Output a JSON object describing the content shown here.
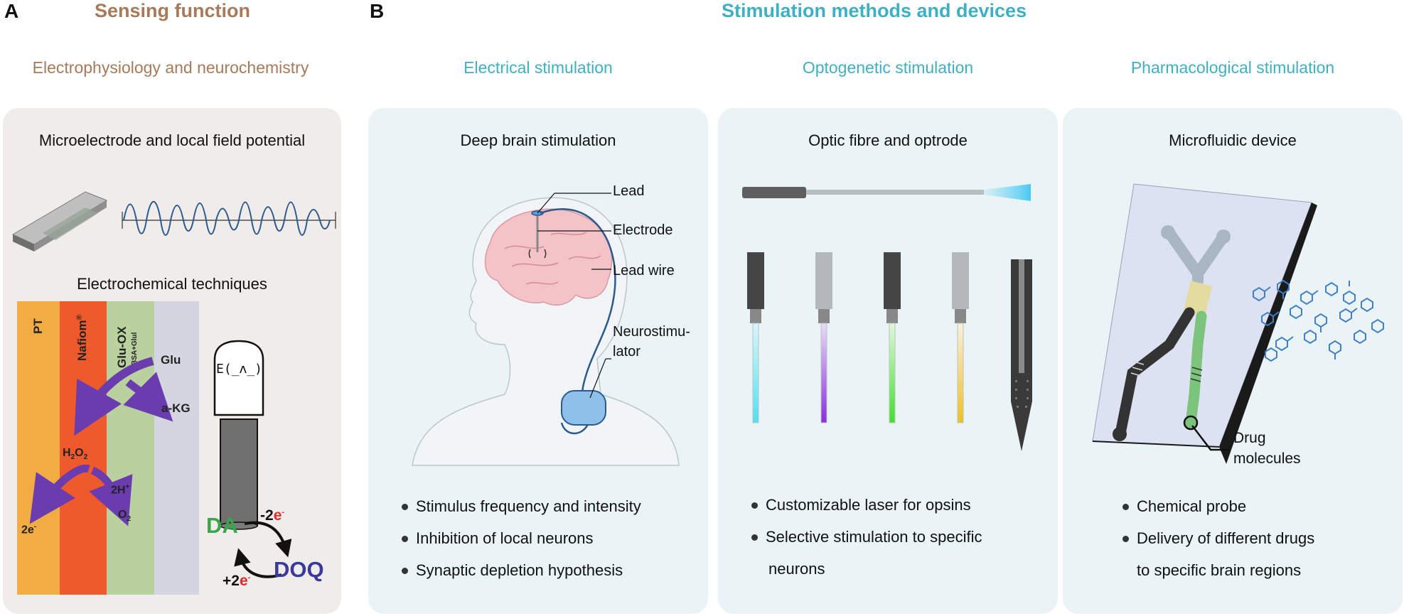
{
  "colors": {
    "sensing_title": "#a87a5a",
    "stim_title": "#3fb0c4",
    "panel_a_bg": "#f0ece9",
    "panel_b_bg": "#eaf3f5"
  },
  "panel_a": {
    "letter": "A",
    "title": "Sensing function",
    "subtitle": "Electrophysiology and neurochemistry",
    "card_title": "Microelectrode and local field potential",
    "echem_title": "Electrochemical techniques",
    "layers": [
      "PT",
      "Nafiom",
      "Glu-OX",
      "BSA+Glul"
    ],
    "registered_mark": "®",
    "chem": {
      "glu": "Glu",
      "akg": "a-KG",
      "h2o2_h": "H",
      "h2o2_sub2": "2",
      "h2o2_o": "O",
      "h2o2_sub2b": "2",
      "h_plus": "2H",
      "plus_sign": "+",
      "o2_o": "O",
      "o2_sub": "2",
      "two_e": "2e",
      "minus_sign": "-",
      "electrode_label": "E(_ʌ_)",
      "da": "DA",
      "doq": "DOQ",
      "minus_2": "-2",
      "plus_2": "+2",
      "e_red": "e",
      "e_sup": "-"
    }
  },
  "panel_b": {
    "letter": "B",
    "title": "Stimulation methods and devices",
    "columns": [
      {
        "subtitle": "Electrical stimulation",
        "card_title": "Deep brain stimulation",
        "labels": [
          "Lead",
          "Electrode",
          "Lead wire",
          "Neurostimu-",
          "lator"
        ],
        "bullets": [
          "Stimulus frequency and intensity",
          "Inhibition of local neurons",
          "Synaptic depletion hypothesis"
        ]
      },
      {
        "subtitle": "Optogenetic stimulation",
        "card_title": "Optic fibre and optrode",
        "bullets": [
          "Customizable laser for opsins",
          "Selective stimulation to specific",
          "neurons"
        ]
      },
      {
        "subtitle": "Pharmacological stimulation",
        "card_title": "Microfluidic device",
        "labels": [
          "Drug",
          "molecules"
        ],
        "bullets": [
          "Chemical probe",
          "Delivery of different drugs",
          "to specific brain regions"
        ]
      }
    ]
  }
}
